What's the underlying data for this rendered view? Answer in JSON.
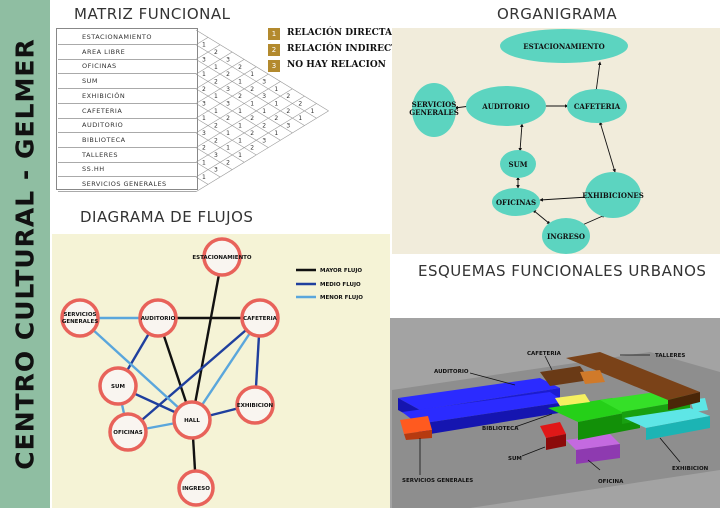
{
  "vertical_title": "CENTRO CULTURAL - GELMER",
  "matrix": {
    "title": "MATRIZ FUNCIONAL",
    "rows": [
      "ESTACIONAMIENTO",
      "AREA LIBRE",
      "OFICINAS",
      "SUM",
      "EXHIBICIÓN",
      "CAFETERIA",
      "AUDITORIO",
      "BIBLIOTECA",
      "TALLERES",
      "SS.HH",
      "SERVICIOS GENERALES"
    ],
    "legend": [
      {
        "num": "1",
        "label": "RELACIÓN DIRECTA"
      },
      {
        "num": "2",
        "label": "RELACIÓN INDIRECTA"
      },
      {
        "num": "3",
        "label": "NO HAY RELACION"
      }
    ]
  },
  "organigrama": {
    "title": "ORGANIGRAMA",
    "nodes": {
      "estacionamiento": "ESTACIONAMIENTO",
      "servicios": "SERVICIOS GENERALES",
      "auditorio": "AUDITORIO",
      "cafeteria": "CAFETERIA",
      "sum": "SUM",
      "oficinas": "OFICINAS",
      "exhibiciones": "EXHIBICIONES",
      "ingreso": "INGRESO"
    },
    "colors": {
      "node": "#5cd4c0",
      "background": "#f1ecdb"
    }
  },
  "flujos": {
    "title": "DIAGRAMA DE FLUJOS",
    "nodes": {
      "estacionamiento": "ESTACIONAMIENTO",
      "servicios": "SERVICIOS GENERALES",
      "auditorio": "AUDITORIO",
      "cafeteria": "CAFETERIA",
      "sum": "SUM",
      "hall": "HALL",
      "exhibicion": "EXHIBICION",
      "oficinas": "OFICINAS",
      "ingreso": "INGRESO"
    },
    "legend": [
      {
        "label": "MAYOR FLUJO",
        "color": "#111111"
      },
      {
        "label": "MEDIO FLUJO",
        "color": "#1f3f9e"
      },
      {
        "label": "MENOR FLUJO",
        "color": "#5aa6dc"
      }
    ],
    "colors": {
      "node_fill": "#f9f5f0",
      "node_ring": "#e8625a"
    }
  },
  "esquemas": {
    "title": "ESQUEMAS FUNCIONALES URBANOS",
    "labels": {
      "cafeteria": "CAFETERIA",
      "talleres": "TALLERES",
      "auditorio": "AUDITORIO",
      "biblioteca": "BIBLIOTECA",
      "sum": "SUM",
      "servicios": "SERVICIOS GENERALES",
      "oficina": "OFICINA",
      "exhibicion": "EXHIBICION"
    }
  }
}
